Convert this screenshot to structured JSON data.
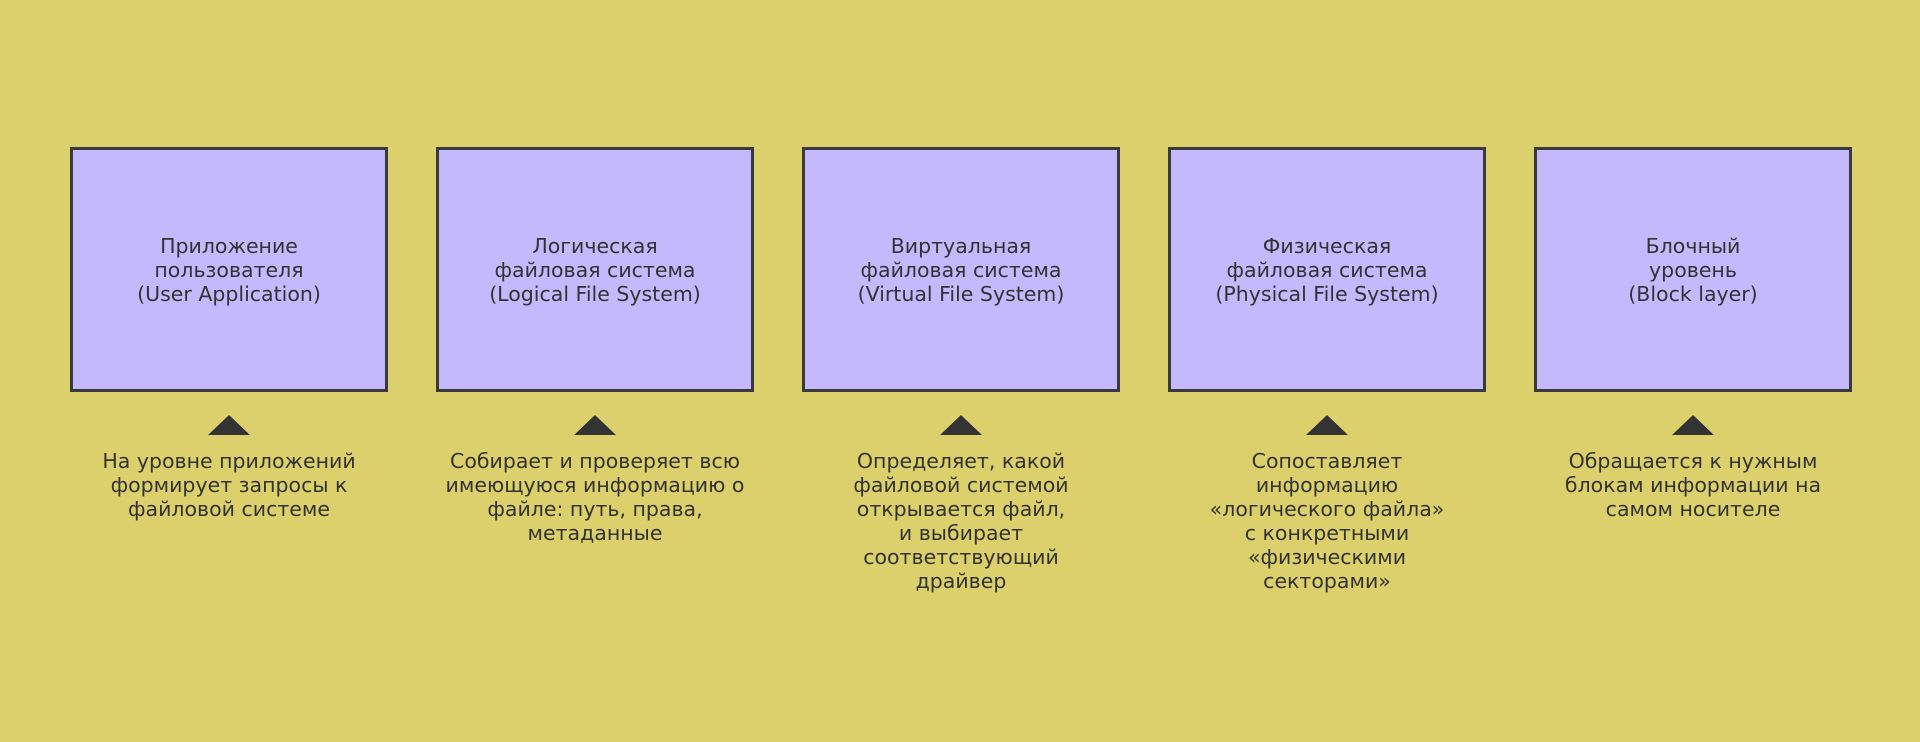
{
  "colors": {
    "background": "#dcd06c",
    "box_fill": "#c4b9fc",
    "box_border": "#3a3a3a",
    "text": "#333333",
    "pointer": "#333333"
  },
  "layers": [
    {
      "title": "Приложение\nпользователя\n(User Application)",
      "description": "На уровне приложений\nформирует запросы к\nфайловой системе"
    },
    {
      "title": "Логическая\nфайловая система\n(Logical File System)",
      "description": "Собирает и проверяет всю\nимеющуюся информацию о\nфайле: путь, права,\nметаданные"
    },
    {
      "title": "Виртуальная\nфайловая система\n(Virtual File System)",
      "description": "Определяет, какой\nфайловой системой\nоткрывается файл,\nи выбирает\nсоответствующий\nдрайвер"
    },
    {
      "title": "Физическая\nфайловая система\n(Physical File System)",
      "description": "Сопоставляет\nинформацию\n«логического файла»\nс конкретными\n«физическими\nсекторами»"
    },
    {
      "title": "Блочный\nуровень\n(Block layer)",
      "description": "Обращается к нужным\nблокам информации на\nсамом носителе"
    }
  ]
}
